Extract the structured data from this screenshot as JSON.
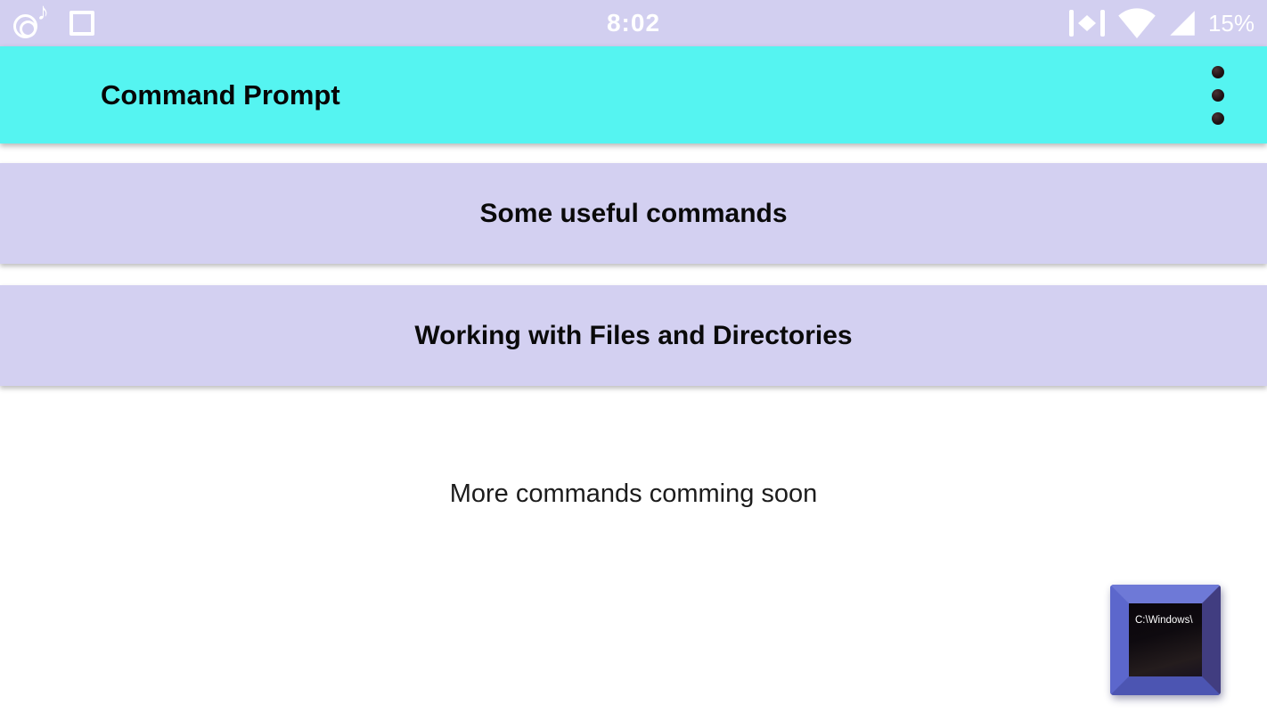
{
  "status_bar": {
    "time": "8:02",
    "battery_percent": "15%",
    "bg_color": "#d2cff0",
    "icon_color": "#ffffff",
    "icons": {
      "left": [
        "music-notification-icon",
        "square-notification-icon"
      ],
      "right": [
        "vibrate-icon",
        "wifi-icon",
        "cellular-signal-icon"
      ]
    }
  },
  "app_bar": {
    "title": "Command Prompt",
    "bg_color": "#55f4f1",
    "overflow_menu_icon": "three-vertical-dots"
  },
  "menu_buttons": [
    {
      "label": "Some useful commands",
      "bg_color": "#d3d0f1"
    },
    {
      "label": "Working with Files and Directories",
      "bg_color": "#d3d0f1"
    }
  ],
  "body": {
    "coming_soon_text": "More commands comming soon"
  },
  "floating_icon": {
    "name": "command-prompt-window-icon",
    "screen_text": "C:\\Windows\\",
    "frame_color": "#5c67cc"
  }
}
